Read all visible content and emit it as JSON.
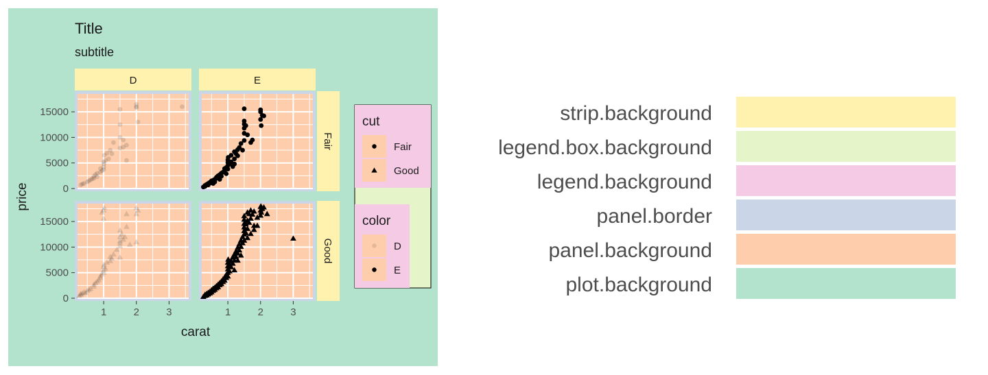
{
  "colors": {
    "strip_background": "#FFF2AE",
    "legend_box_background": "#E6F5C9",
    "legend_background": "#F4CAE4",
    "panel_border": "#CBD5E8",
    "panel_background": "#FDCDAC",
    "plot_background": "#B3E2CD",
    "grid": "#FFFFFF",
    "text": "#1A1A1A",
    "axis_text": "#4D4D4D",
    "key_text": "#4D4D4D"
  },
  "chart_data": {
    "type": "scatter",
    "title": "Title",
    "subtitle": "subtitle",
    "xlabel": "carat",
    "ylabel": "price",
    "xlim": [
      0.2,
      3.6
    ],
    "ylim": [
      0,
      18500
    ],
    "x_ticks": [
      1,
      2,
      3
    ],
    "y_ticks": [
      0,
      5000,
      10000,
      15000
    ],
    "y_tick_labels": [
      "0",
      "5000",
      "10000",
      "15000"
    ],
    "grid": true,
    "facets": {
      "columns": [
        "D",
        "E"
      ],
      "rows": [
        "Fair",
        "Good"
      ]
    },
    "legends": [
      {
        "title": "cut",
        "items": [
          {
            "label": "Fair",
            "shape": "circle",
            "alpha": 1
          },
          {
            "label": "Good",
            "shape": "triangle",
            "alpha": 1
          }
        ]
      },
      {
        "title": "color",
        "items": [
          {
            "label": "D",
            "shape": "circle",
            "alpha": 0.1
          },
          {
            "label": "E",
            "shape": "circle",
            "alpha": 1
          }
        ]
      }
    ],
    "panels": [
      {
        "row": "Fair",
        "col": "D",
        "shape": "circle",
        "alpha": 0.12,
        "points": [
          [
            0.3,
            700
          ],
          [
            0.35,
            900
          ],
          [
            0.4,
            1000
          ],
          [
            0.5,
            1300
          ],
          [
            0.55,
            1500
          ],
          [
            0.6,
            1700
          ],
          [
            0.7,
            2000
          ],
          [
            0.7,
            2400
          ],
          [
            0.75,
            2700
          ],
          [
            0.8,
            3000
          ],
          [
            0.8,
            2300
          ],
          [
            0.9,
            3200
          ],
          [
            0.9,
            3900
          ],
          [
            1.0,
            4200
          ],
          [
            1.0,
            5200
          ],
          [
            1.0,
            3700
          ],
          [
            1.01,
            4800
          ],
          [
            1.02,
            6500
          ],
          [
            1.05,
            5500
          ],
          [
            1.1,
            6900
          ],
          [
            1.2,
            7500
          ],
          [
            1.3,
            9000
          ],
          [
            1.5,
            10000
          ],
          [
            1.5,
            15500
          ],
          [
            1.5,
            12500
          ],
          [
            1.6,
            9500
          ],
          [
            1.7,
            8500
          ],
          [
            1.5,
            7900
          ],
          [
            1.6,
            8100
          ],
          [
            2.0,
            16000
          ],
          [
            2.0,
            16500
          ],
          [
            2.05,
            13000
          ],
          [
            1.25,
            6800
          ],
          [
            1.7,
            5500
          ],
          [
            3.4,
            16000
          ],
          [
            0.65,
            1900
          ],
          [
            0.95,
            3500
          ],
          [
            1.15,
            5800
          ],
          [
            2.0,
            15800
          ]
        ]
      },
      {
        "row": "Fair",
        "col": "E",
        "shape": "circle",
        "alpha": 1,
        "points": [
          [
            0.25,
            300
          ],
          [
            0.3,
            400
          ],
          [
            0.3,
            600
          ],
          [
            0.35,
            800
          ],
          [
            0.4,
            700
          ],
          [
            0.4,
            1000
          ],
          [
            0.45,
            1200
          ],
          [
            0.5,
            1100
          ],
          [
            0.5,
            1500
          ],
          [
            0.55,
            1600
          ],
          [
            0.6,
            1800
          ],
          [
            0.6,
            1300
          ],
          [
            0.65,
            2200
          ],
          [
            0.7,
            2000
          ],
          [
            0.7,
            2500
          ],
          [
            0.75,
            2700
          ],
          [
            0.8,
            2400
          ],
          [
            0.8,
            3000
          ],
          [
            0.85,
            3200
          ],
          [
            0.9,
            3500
          ],
          [
            0.9,
            3900
          ],
          [
            0.95,
            4100
          ],
          [
            1.0,
            3800
          ],
          [
            1.0,
            4500
          ],
          [
            1.0,
            5100
          ],
          [
            1.0,
            5600
          ],
          [
            1.01,
            6100
          ],
          [
            1.05,
            4800
          ],
          [
            1.1,
            5200
          ],
          [
            1.1,
            6500
          ],
          [
            1.15,
            4300
          ],
          [
            1.2,
            5800
          ],
          [
            1.2,
            7200
          ],
          [
            1.25,
            6800
          ],
          [
            1.3,
            7600
          ],
          [
            1.35,
            8000
          ],
          [
            1.4,
            8800
          ],
          [
            1.45,
            7500
          ],
          [
            1.5,
            9400
          ],
          [
            1.5,
            10800
          ],
          [
            1.5,
            11800
          ],
          [
            1.5,
            12600
          ],
          [
            1.5,
            13200
          ],
          [
            1.55,
            12300
          ],
          [
            1.6,
            10500
          ],
          [
            1.5,
            15600
          ],
          [
            1.7,
            9000
          ],
          [
            1.75,
            9500
          ],
          [
            2.0,
            15000
          ],
          [
            2.0,
            15400
          ],
          [
            2.05,
            14300
          ],
          [
            2.0,
            13500
          ],
          [
            2.02,
            12300
          ],
          [
            2.1,
            14200
          ],
          [
            1.3,
            6400
          ],
          [
            1.2,
            4800
          ],
          [
            0.95,
            2900
          ],
          [
            0.75,
            1800
          ],
          [
            0.55,
            1000
          ]
        ]
      },
      {
        "row": "Good",
        "col": "D",
        "shape": "triangle",
        "alpha": 0.12,
        "points": [
          [
            0.25,
            500
          ],
          [
            0.3,
            700
          ],
          [
            0.3,
            900
          ],
          [
            0.35,
            1000
          ],
          [
            0.4,
            1200
          ],
          [
            0.45,
            1100
          ],
          [
            0.5,
            1500
          ],
          [
            0.55,
            1700
          ],
          [
            0.6,
            1900
          ],
          [
            0.7,
            2300
          ],
          [
            0.7,
            2700
          ],
          [
            0.75,
            3000
          ],
          [
            0.8,
            3300
          ],
          [
            0.85,
            3600
          ],
          [
            0.9,
            4000
          ],
          [
            0.9,
            4400
          ],
          [
            0.95,
            4700
          ],
          [
            1.0,
            5000
          ],
          [
            1.0,
            5500
          ],
          [
            1.0,
            6200
          ],
          [
            1.01,
            6600
          ],
          [
            1.05,
            5800
          ],
          [
            1.1,
            7000
          ],
          [
            1.2,
            7300
          ],
          [
            1.2,
            8100
          ],
          [
            1.25,
            7800
          ],
          [
            1.3,
            8600
          ],
          [
            1.4,
            9500
          ],
          [
            1.5,
            10200
          ],
          [
            1.5,
            11200
          ],
          [
            1.5,
            12000
          ],
          [
            1.5,
            13300
          ],
          [
            1.55,
            12500
          ],
          [
            1.6,
            11500
          ],
          [
            1.5,
            10800
          ],
          [
            1.7,
            16500
          ],
          [
            1.7,
            14000
          ],
          [
            1.65,
            12000
          ],
          [
            2.0,
            17700
          ],
          [
            2.0,
            16500
          ],
          [
            2.05,
            17200
          ],
          [
            1.0,
            15600
          ],
          [
            1.0,
            17200
          ],
          [
            1.02,
            17700
          ],
          [
            0.95,
            16800
          ],
          [
            1.5,
            8000
          ],
          [
            1.8,
            10500
          ],
          [
            2.0,
            11000
          ]
        ]
      },
      {
        "row": "Good",
        "col": "E",
        "shape": "triangle",
        "alpha": 1,
        "points": [
          [
            0.25,
            300
          ],
          [
            0.3,
            500
          ],
          [
            0.3,
            700
          ],
          [
            0.35,
            600
          ],
          [
            0.35,
            900
          ],
          [
            0.4,
            800
          ],
          [
            0.4,
            1100
          ],
          [
            0.45,
            1000
          ],
          [
            0.45,
            1300
          ],
          [
            0.5,
            1200
          ],
          [
            0.5,
            1600
          ],
          [
            0.55,
            1500
          ],
          [
            0.55,
            1900
          ],
          [
            0.6,
            1700
          ],
          [
            0.6,
            2100
          ],
          [
            0.65,
            2000
          ],
          [
            0.65,
            2400
          ],
          [
            0.7,
            2200
          ],
          [
            0.7,
            2700
          ],
          [
            0.75,
            2600
          ],
          [
            0.75,
            3000
          ],
          [
            0.8,
            2800
          ],
          [
            0.8,
            3300
          ],
          [
            0.85,
            3200
          ],
          [
            0.85,
            3700
          ],
          [
            0.9,
            3500
          ],
          [
            0.9,
            4100
          ],
          [
            0.95,
            4000
          ],
          [
            0.95,
            4600
          ],
          [
            1.0,
            4300
          ],
          [
            1.0,
            5000
          ],
          [
            1.0,
            5700
          ],
          [
            1.0,
            6300
          ],
          [
            1.0,
            7000
          ],
          [
            1.01,
            7600
          ],
          [
            1.05,
            5300
          ],
          [
            1.05,
            6700
          ],
          [
            1.1,
            6100
          ],
          [
            1.1,
            7300
          ],
          [
            1.15,
            6800
          ],
          [
            1.15,
            8000
          ],
          [
            1.2,
            7400
          ],
          [
            1.2,
            8600
          ],
          [
            1.25,
            8100
          ],
          [
            1.25,
            9200
          ],
          [
            1.3,
            8800
          ],
          [
            1.3,
            9900
          ],
          [
            1.35,
            9400
          ],
          [
            1.35,
            10600
          ],
          [
            1.4,
            10100
          ],
          [
            1.4,
            11300
          ],
          [
            1.45,
            10800
          ],
          [
            1.45,
            12000
          ],
          [
            1.5,
            11300
          ],
          [
            1.5,
            12500
          ],
          [
            1.5,
            13200
          ],
          [
            1.5,
            13900
          ],
          [
            1.5,
            14600
          ],
          [
            1.5,
            15400
          ],
          [
            1.5,
            16100
          ],
          [
            1.55,
            12800
          ],
          [
            1.55,
            14500
          ],
          [
            1.6,
            13600
          ],
          [
            1.6,
            15200
          ],
          [
            1.6,
            16800
          ],
          [
            1.65,
            14800
          ],
          [
            1.65,
            16500
          ],
          [
            1.7,
            15600
          ],
          [
            1.7,
            17200
          ],
          [
            1.75,
            16400
          ],
          [
            1.8,
            14200
          ],
          [
            1.8,
            17000
          ],
          [
            1.9,
            15800
          ],
          [
            2.0,
            16200
          ],
          [
            2.0,
            17200
          ],
          [
            2.0,
            17900
          ],
          [
            2.01,
            18000
          ],
          [
            2.02,
            16800
          ],
          [
            2.05,
            17500
          ],
          [
            2.1,
            17800
          ],
          [
            2.2,
            16500
          ],
          [
            3.0,
            11700
          ],
          [
            1.2,
            5500
          ],
          [
            1.3,
            7400
          ],
          [
            1.4,
            8400
          ],
          [
            1.6,
            11800
          ],
          [
            1.7,
            12600
          ],
          [
            1.8,
            13400
          ],
          [
            1.9,
            14200
          ]
        ]
      }
    ]
  },
  "key_table": [
    {
      "label": "strip.background",
      "color": "#FFF2AE"
    },
    {
      "label": "legend.box.background",
      "color": "#E6F5C9"
    },
    {
      "label": "legend.background",
      "color": "#F4CAE4"
    },
    {
      "label": "panel.border",
      "color": "#CBD5E8"
    },
    {
      "label": "panel.background",
      "color": "#FDCDAC"
    },
    {
      "label": "plot.background",
      "color": "#B3E2CD"
    }
  ]
}
